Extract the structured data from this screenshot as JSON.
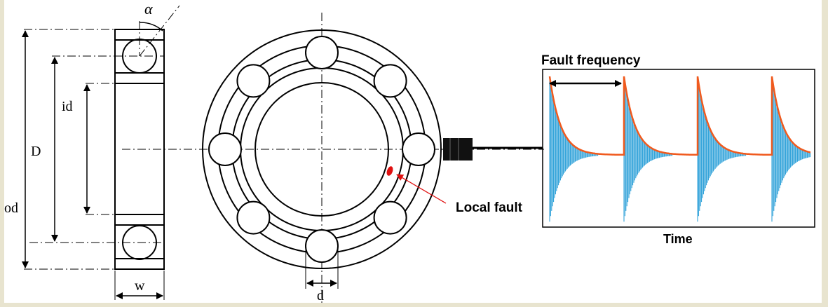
{
  "labels": {
    "alpha": "α",
    "id": "id",
    "D": "D",
    "od": "od",
    "w": "w",
    "d": "d",
    "local_fault": "Local fault",
    "fault_frequency": "Fault frequency",
    "time": "Time"
  },
  "colors": {
    "envelope": "#f05a1e",
    "vibration": "#1e9ad6",
    "fault": "#e01010",
    "ink": "#000000"
  },
  "signal": {
    "impulses": 4,
    "decay": "exponential"
  }
}
